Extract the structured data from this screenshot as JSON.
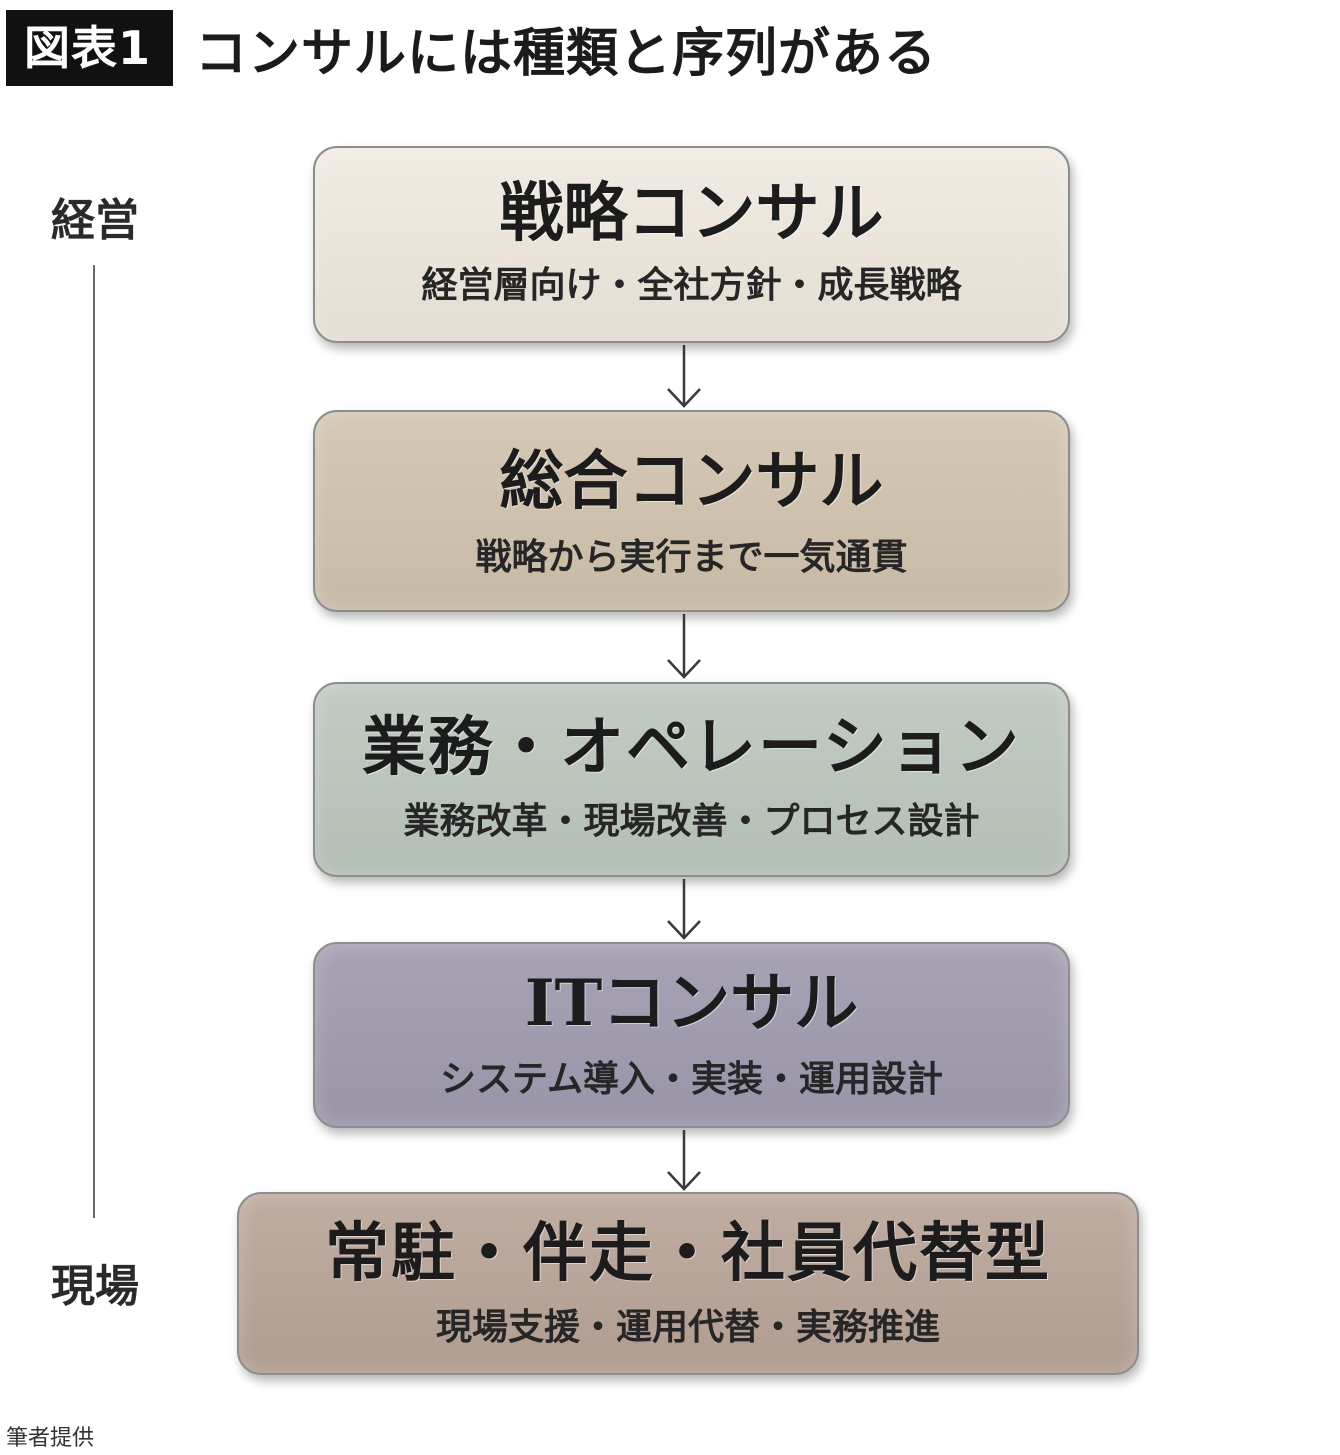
{
  "header": {
    "figure_label": "図表1",
    "title": "コンサルには種類と序列がある"
  },
  "axis": {
    "top_label": "経営",
    "bottom_label": "現場"
  },
  "boxes": [
    {
      "title": "戦略コンサル",
      "subtitle": "経営層向け・全社方針・成長戦略",
      "color": "#e9e3da"
    },
    {
      "title": "総合コンサル",
      "subtitle": "戦略から実行まで一気通貫",
      "color": "#cdc1ae"
    },
    {
      "title": "業務・オペレーション",
      "subtitle": "業務改革・現場改善・プロセス設計",
      "color": "#bac4bb"
    },
    {
      "title": "ITコンサル",
      "subtitle": "システム導入・実装・運用設計",
      "color": "#a19bae"
    },
    {
      "title": "常駐・伴走・社員代替型",
      "subtitle": "現場支援・運用代替・実務推進",
      "color": "#b8a599"
    }
  ],
  "footer": {
    "credit": "筆者提供"
  }
}
